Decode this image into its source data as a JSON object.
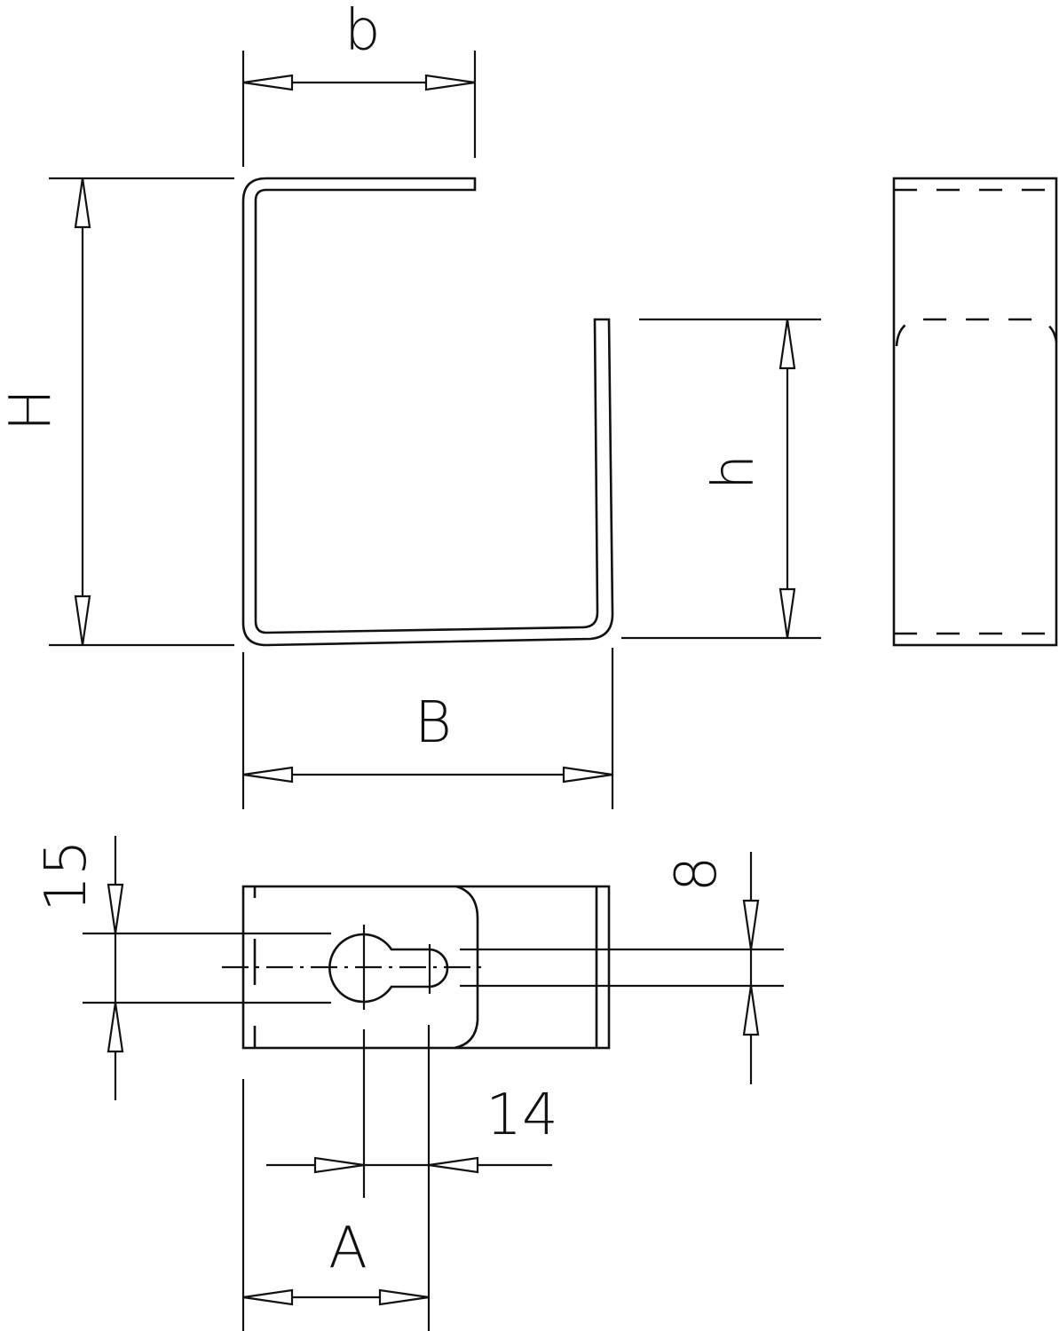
{
  "drawing": {
    "type": "technical-drawing",
    "subject": "hook bracket with keyhole mounting plate",
    "line_color": "#111111",
    "background": "#ffffff",
    "views": {
      "side_view": {
        "dimensions": {
          "b": "b",
          "H": "H",
          "h": "h",
          "B": "B"
        }
      },
      "end_view": {
        "description": "rectangular end view with hidden (dashed) bend lines"
      },
      "plan_view": {
        "dimensions": {
          "slot_height": "15",
          "slot_width": "8",
          "slot_length": "14",
          "A": "A"
        }
      }
    }
  }
}
